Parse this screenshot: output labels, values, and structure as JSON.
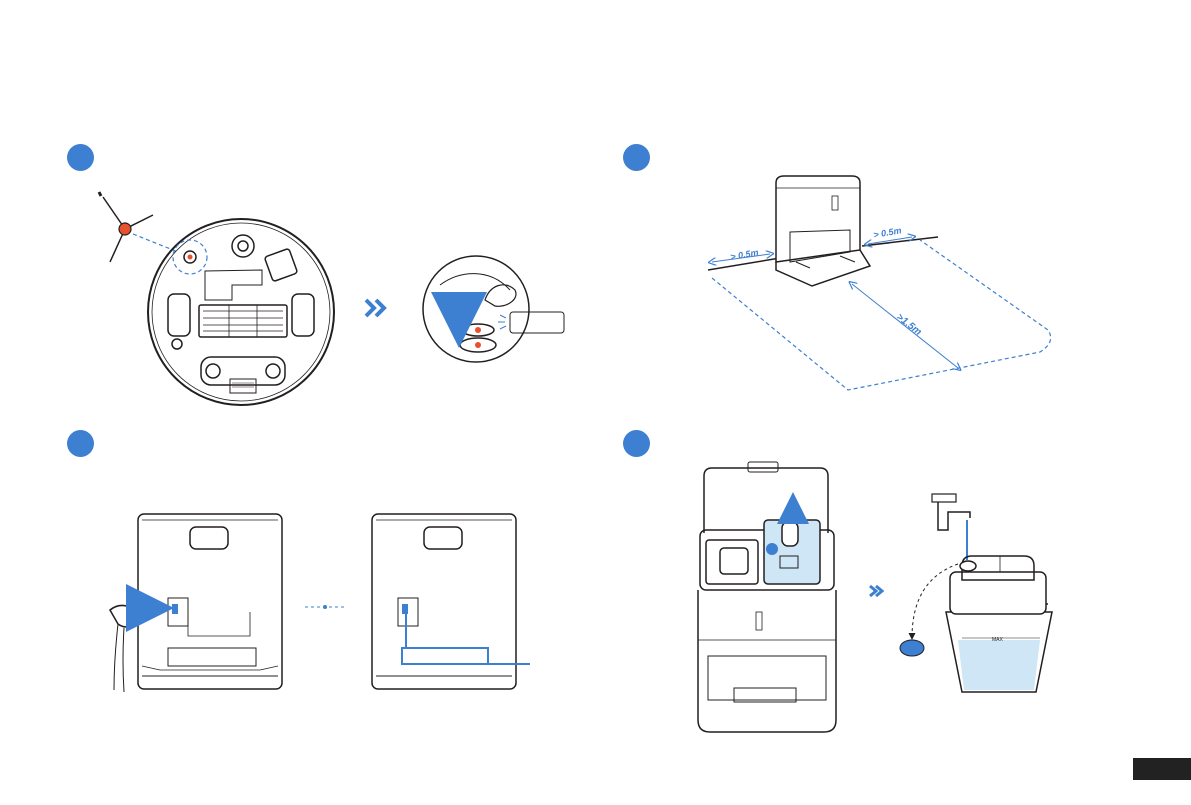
{
  "colors": {
    "accent": "#3d7fd0",
    "line": "#231f20",
    "brush_center": "#e8502e",
    "water": "#cfe6f6",
    "page_tab": "#222222"
  },
  "steps": [
    {
      "number_badge": "step-1",
      "icon": "robot-bottom-side-brush"
    },
    {
      "number_badge": "step-2",
      "icon": "station-clearance"
    },
    {
      "number_badge": "step-3",
      "icon": "station-back-power-cord"
    },
    {
      "number_badge": "step-4",
      "icon": "clean-water-tank-fill"
    }
  ],
  "step2": {
    "left_clearance": "> 0.5m",
    "right_clearance": "> 0.5m",
    "front_clearance": ">1.5m"
  },
  "step4": {
    "tank_max_label": "MAX"
  }
}
